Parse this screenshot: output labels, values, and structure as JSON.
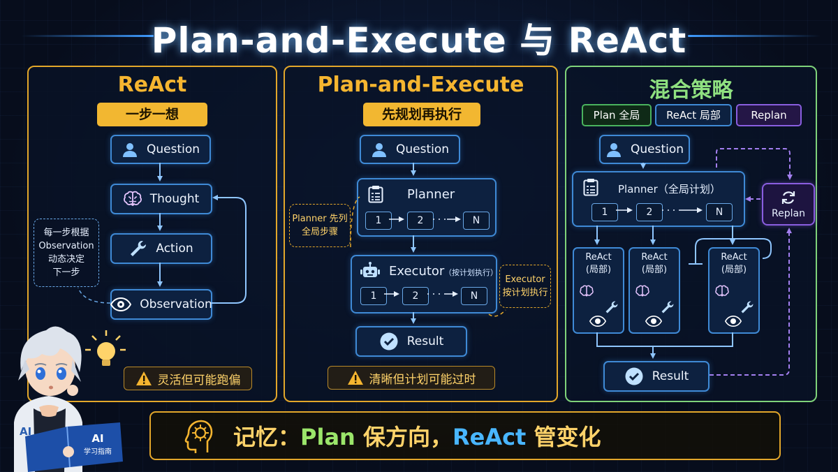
{
  "title": "Plan-and-Execute 与 ReAct",
  "react": {
    "title": "ReAct",
    "tag": "一步一想",
    "nodes": {
      "question": "Question",
      "thought": "Thought",
      "action": "Action",
      "observation": "Observation"
    },
    "note": [
      "每一步根据",
      "Observation",
      "动态决定",
      "下一步"
    ],
    "warning": "灵活但可能跑偏"
  },
  "plan_execute": {
    "title": "Plan-and-Execute",
    "tag": "先规划再执行",
    "question": "Question",
    "planner": "Planner",
    "planner_steps": [
      "1",
      "2",
      "N"
    ],
    "executor": "Executor",
    "executor_sub": "（按计划执行）",
    "executor_steps": [
      "1",
      "2",
      "N"
    ],
    "result": "Result",
    "planner_note": [
      "Planner 先列",
      "全局步骤"
    ],
    "executor_note": [
      "Executor",
      "按计划执行"
    ],
    "warning": "清晰但计划可能过时"
  },
  "hybrid": {
    "title": "混合策略",
    "tags": [
      "Plan 全局",
      "ReAct 局部",
      "Replan"
    ],
    "question": "Question",
    "planner": "Planner（全局计划）",
    "planner_steps": [
      "1",
      "2",
      "N"
    ],
    "replan": "Replan",
    "react_blocks": [
      {
        "line1": "ReAct",
        "line2": "(局部)"
      },
      {
        "line1": "ReAct",
        "line2": "(局部)"
      },
      {
        "line1": "ReAct",
        "line2": "(局部)"
      }
    ],
    "result": "Result"
  },
  "memory": {
    "prefix": "记忆：",
    "plan": "Plan",
    "middle": " 保方向，",
    "react": "ReAct",
    "suffix": " 管变化"
  },
  "mascot": {
    "shirt_text": "AI",
    "book_line1": "AI",
    "book_line2": "学习指南"
  },
  "colors": {
    "react_panel": "#e3a72a",
    "plan_panel": "#e3a72a",
    "hybrid_panel": "#7fd37a",
    "node_border": "#3f8ad6",
    "plan_tag": "#4ab35e",
    "react_tag": "#3f8ad6",
    "replan_tag": "#8a5ee0",
    "memory_plan": "#9be66a",
    "memory_react": "#49b6ff"
  },
  "icons": {
    "question": "user-icon",
    "thought": "brain-icon",
    "action": "wrench-icon",
    "observation": "eye-icon",
    "planner": "clipboard-icon",
    "executor": "robot-icon",
    "result": "check-circle-icon",
    "replan": "refresh-icon",
    "warning": "warning-icon",
    "memory": "head-idea-icon"
  }
}
